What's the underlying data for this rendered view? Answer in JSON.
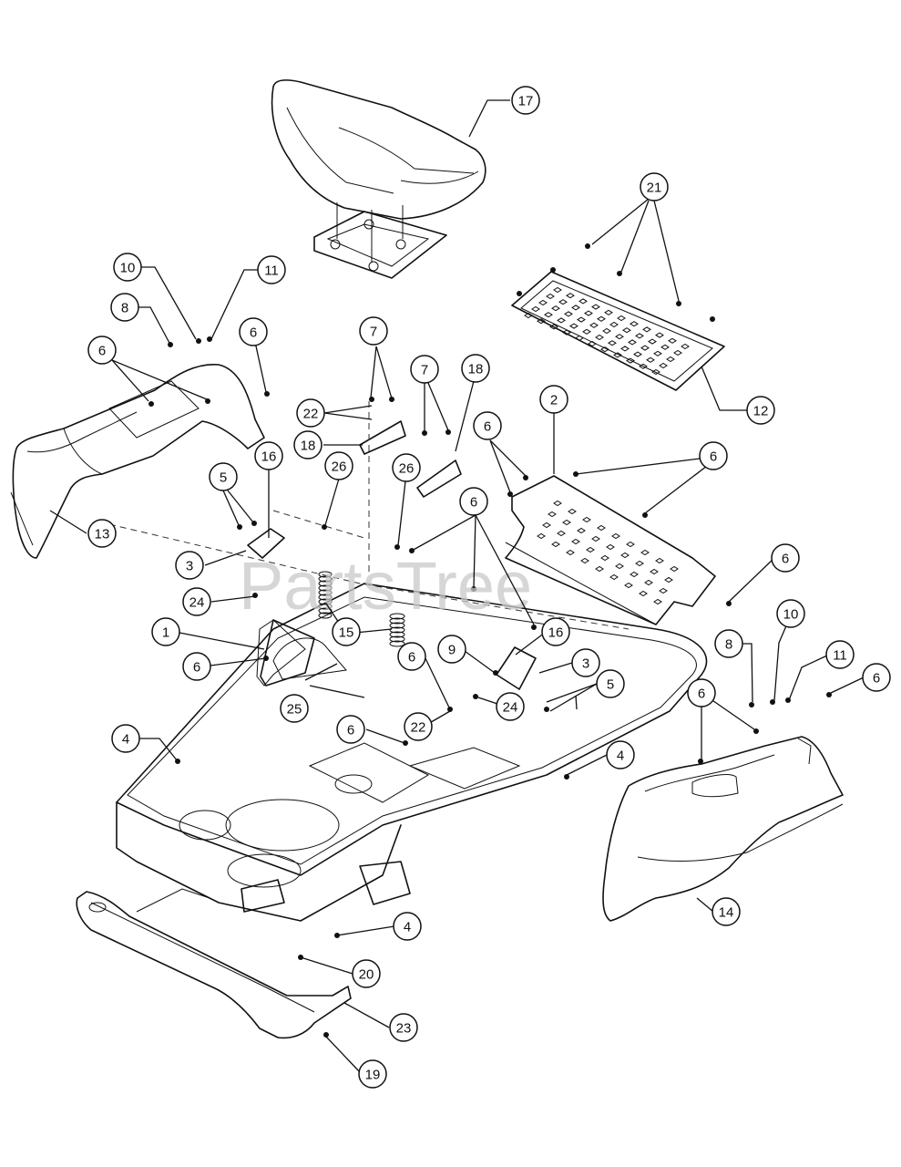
{
  "watermark": "PartsTree",
  "callouts": [
    {
      "id": "c17",
      "label": "17"
    },
    {
      "id": "c21",
      "label": "21"
    },
    {
      "id": "c10a",
      "label": "10"
    },
    {
      "id": "c11a",
      "label": "11"
    },
    {
      "id": "c8a",
      "label": "8"
    },
    {
      "id": "c6a",
      "label": "6"
    },
    {
      "id": "c6b",
      "label": "6"
    },
    {
      "id": "c7a",
      "label": "7"
    },
    {
      "id": "c7b",
      "label": "7"
    },
    {
      "id": "c18a",
      "label": "18"
    },
    {
      "id": "c22a",
      "label": "22"
    },
    {
      "id": "c18b",
      "label": "18"
    },
    {
      "id": "c2",
      "label": "2"
    },
    {
      "id": "c6c",
      "label": "6"
    },
    {
      "id": "c6d",
      "label": "6"
    },
    {
      "id": "c12",
      "label": "12"
    },
    {
      "id": "c16a",
      "label": "16"
    },
    {
      "id": "c5a",
      "label": "5"
    },
    {
      "id": "c26a",
      "label": "26"
    },
    {
      "id": "c26b",
      "label": "26"
    },
    {
      "id": "c13",
      "label": "13"
    },
    {
      "id": "c3a",
      "label": "3"
    },
    {
      "id": "c6e",
      "label": "6"
    },
    {
      "id": "c24a",
      "label": "24"
    },
    {
      "id": "c6f",
      "label": "6"
    },
    {
      "id": "c15",
      "label": "15"
    },
    {
      "id": "c1",
      "label": "1"
    },
    {
      "id": "c16b",
      "label": "16"
    },
    {
      "id": "c6g",
      "label": "6"
    },
    {
      "id": "c9",
      "label": "9"
    },
    {
      "id": "c3b",
      "label": "3"
    },
    {
      "id": "c8b",
      "label": "8"
    },
    {
      "id": "c10b",
      "label": "10"
    },
    {
      "id": "c11b",
      "label": "11"
    },
    {
      "id": "c5b",
      "label": "5"
    },
    {
      "id": "c6h",
      "label": "6"
    },
    {
      "id": "c25",
      "label": "25"
    },
    {
      "id": "c6i",
      "label": "6"
    },
    {
      "id": "c22b",
      "label": "22"
    },
    {
      "id": "c24b",
      "label": "24"
    },
    {
      "id": "c4a",
      "label": "4"
    },
    {
      "id": "c4b",
      "label": "4"
    },
    {
      "id": "c6j",
      "label": "6"
    },
    {
      "id": "c4c",
      "label": "4"
    },
    {
      "id": "c14",
      "label": "14"
    },
    {
      "id": "c20",
      "label": "20"
    },
    {
      "id": "c23",
      "label": "23"
    },
    {
      "id": "c19",
      "label": "19"
    },
    {
      "id": "c6k",
      "label": "6"
    }
  ]
}
